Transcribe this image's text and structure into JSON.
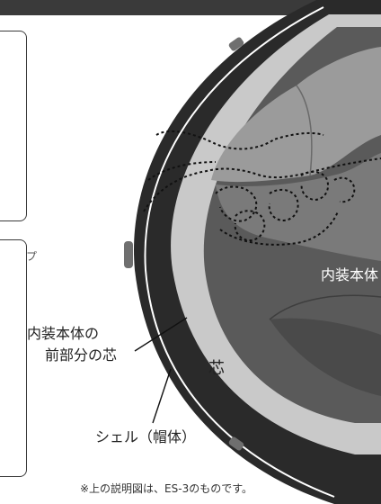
{
  "labels": {
    "panel_tag": "プ",
    "inner_body": "内装本体",
    "front_core_line1": "内装本体の",
    "front_core_line2": "前部分の芯",
    "core": "芯",
    "shell": "シェル（帽体）"
  },
  "footnote": "※上の説明図は、ES-3のものです。",
  "colors": {
    "shell": "#2a2a2a",
    "core_band": "#c9c9c9",
    "inner_dark": "#5a5a5a",
    "inner_mid": "#7a7a7a",
    "inner_light": "#9b9b9b",
    "dotted": "#111111",
    "topbar": "#3a3a3a"
  }
}
